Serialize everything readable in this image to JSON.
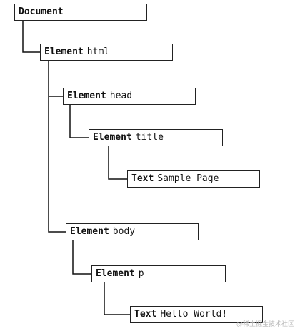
{
  "nodes": {
    "document": {
      "kind": "Document",
      "name": ""
    },
    "html": {
      "kind": "Element",
      "name": "html"
    },
    "head": {
      "kind": "Element",
      "name": "head"
    },
    "title": {
      "kind": "Element",
      "name": "title"
    },
    "title_text": {
      "kind": "Text",
      "name": "Sample Page"
    },
    "body": {
      "kind": "Element",
      "name": "body"
    },
    "p": {
      "kind": "Element",
      "name": "p"
    },
    "p_text": {
      "kind": "Text",
      "name": "Hello World!"
    }
  },
  "watermark": "@稀土掘金技术社区",
  "colors": {
    "line": "#111111",
    "border": "#222222",
    "background": "#ffffff"
  }
}
